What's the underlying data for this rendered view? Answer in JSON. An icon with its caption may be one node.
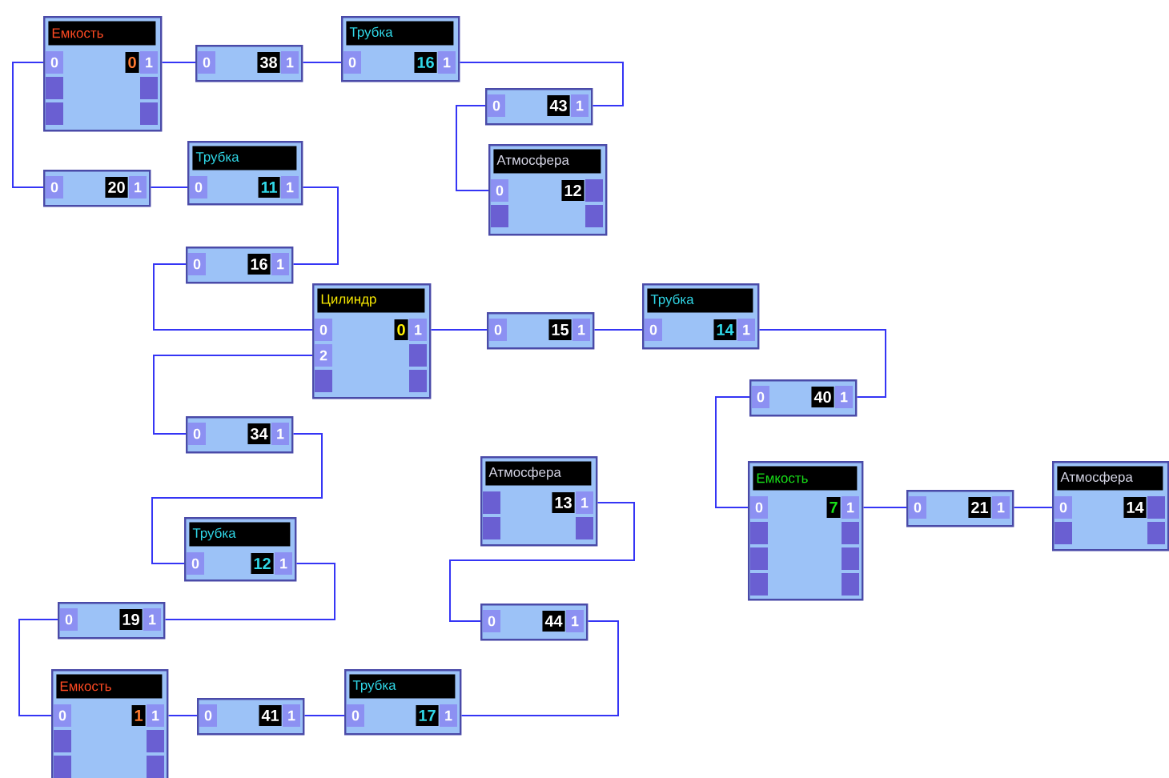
{
  "diagram": {
    "nodes": [
      {
        "text": [
          "Емкость",
          "0",
          "0",
          "1"
        ]
      },
      {
        "text": [
          "0",
          "38",
          "1"
        ]
      },
      {
        "text": [
          "Трубка",
          "0",
          "16",
          "1"
        ]
      },
      {
        "text": [
          "0",
          "43",
          "1"
        ]
      },
      {
        "text": [
          "Атмосфера",
          "0",
          "12"
        ]
      },
      {
        "text": [
          "0",
          "20",
          "1"
        ]
      },
      {
        "text": [
          "Трубка",
          "0",
          "11",
          "1"
        ]
      },
      {
        "text": [
          "0",
          "16",
          "1"
        ]
      },
      {
        "text": [
          "Цилиндр",
          "0",
          "2",
          "0",
          "1"
        ]
      },
      {
        "text": [
          "0",
          "15",
          "1"
        ]
      },
      {
        "text": [
          "Трубка",
          "0",
          "14",
          "1"
        ]
      },
      {
        "text": [
          "0",
          "40",
          "1"
        ]
      },
      {
        "text": [
          "Емкость",
          "0",
          "7",
          "1"
        ]
      },
      {
        "text": [
          "0",
          "21",
          "1"
        ]
      },
      {
        "text": [
          "Атмосфера",
          "0",
          "14"
        ]
      },
      {
        "text": [
          "0",
          "34",
          "1"
        ]
      },
      {
        "text": [
          "Атмосфера",
          "13",
          "1"
        ]
      },
      {
        "text": [
          "Трубка",
          "0",
          "12",
          "1"
        ]
      },
      {
        "text": [
          "0",
          "19",
          "1"
        ]
      },
      {
        "text": [
          "Емкость",
          "0",
          "1",
          "1"
        ]
      },
      {
        "text": [
          "0",
          "44",
          "1"
        ]
      },
      {
        "text": [
          "0",
          "41",
          "1"
        ]
      },
      {
        "text": [
          "Трубка",
          "0",
          "17",
          "1"
        ]
      }
    ],
    "edges": [
      {
        "from": 0,
        "to": 5,
        "arrow": "none"
      },
      {
        "from": 0,
        "to": 1,
        "arrow": "none"
      },
      {
        "from": 1,
        "to": 2,
        "arrow": "none"
      },
      {
        "from": 2,
        "to": 3,
        "arrow": "none"
      },
      {
        "from": 3,
        "to": 4,
        "arrow": "none"
      },
      {
        "from": 5,
        "to": 6,
        "arrow": "none"
      },
      {
        "from": 6,
        "to": 7,
        "arrow": "none"
      },
      {
        "from": 7,
        "to": 8,
        "arrow": "none"
      },
      {
        "from": 8,
        "to": 15,
        "arrow": "none"
      },
      {
        "from": 8,
        "to": 9,
        "arrow": "none"
      },
      {
        "from": 9,
        "to": 10,
        "arrow": "none"
      },
      {
        "from": 10,
        "to": 11,
        "arrow": "none"
      },
      {
        "from": 11,
        "to": 12,
        "arrow": "none"
      },
      {
        "from": 12,
        "to": 13,
        "arrow": "none"
      },
      {
        "from": 13,
        "to": 14,
        "arrow": "none"
      },
      {
        "from": 15,
        "to": 17,
        "arrow": "none"
      },
      {
        "from": 17,
        "to": 18,
        "arrow": "none"
      },
      {
        "from": 18,
        "to": 19,
        "arrow": "none"
      },
      {
        "from": 19,
        "to": 21,
        "arrow": "none"
      },
      {
        "from": 21,
        "to": 22,
        "arrow": "none"
      },
      {
        "from": 22,
        "to": 20,
        "arrow": "none"
      },
      {
        "from": 20,
        "to": 16,
        "arrow": "none"
      }
    ]
  }
}
